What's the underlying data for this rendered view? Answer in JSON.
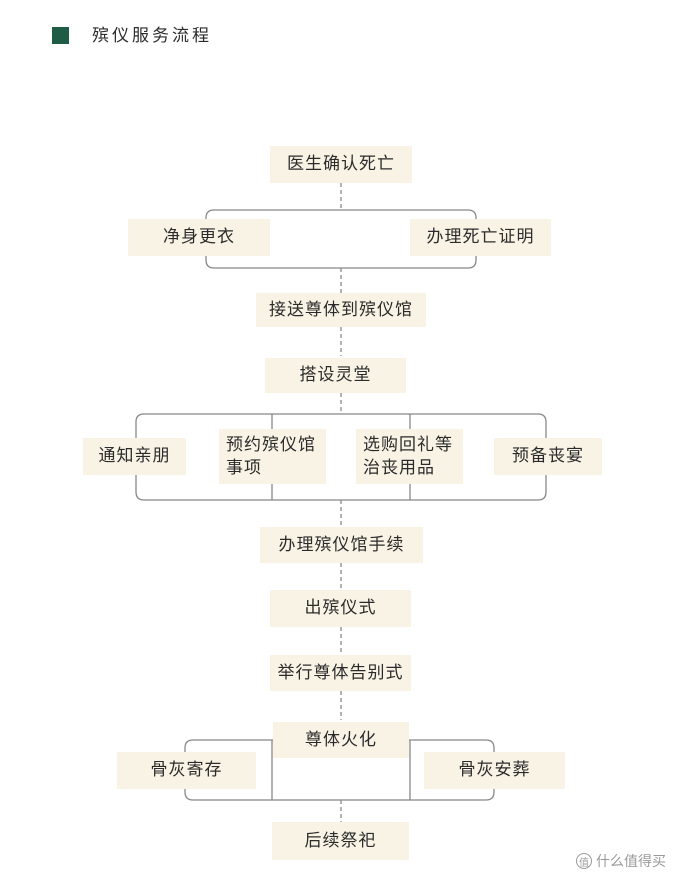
{
  "header": {
    "title": "殡仪服务流程",
    "accent_color": "#1f5c45"
  },
  "steps": {
    "s1": "医生确认死亡",
    "s2a": "净身更衣",
    "s2b": "办理死亡证明",
    "s3": "接送尊体到殡仪馆",
    "s4": "搭设灵堂",
    "s5a": "通知亲朋",
    "s5b": "预约殡仪馆\n事项",
    "s5c": "选购回礼等\n治丧用品",
    "s5d": "预备丧宴",
    "s6": "办理殡仪馆手续",
    "s7": "出殡仪式",
    "s8": "举行尊体告别式",
    "s9": "尊体火化",
    "s10a": "骨灰寄存",
    "s10b": "骨灰安葬",
    "s11": "后续祭祀"
  },
  "colors": {
    "box_fill": "#f8f3e4",
    "line": "#888888"
  },
  "watermark": {
    "icon": "value-icon",
    "text": "什么值得买"
  }
}
